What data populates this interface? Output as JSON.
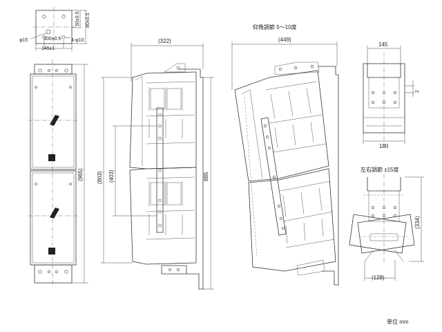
{
  "detail": {
    "dim_50": "50±0.5",
    "dim_80": "80±0.5",
    "dim_phi15": "φ15",
    "dim_100": "100±0.5",
    "dim_145": "145±1",
    "dim_4phi10": "4-φ10"
  },
  "front_view": {
    "dim_965": "(965)"
  },
  "side_view": {
    "dim_322": "(322)",
    "dim_803": "(803)",
    "dim_403": "(403)",
    "dim_885": "885"
  },
  "tilt_view": {
    "title": "仰角調節 5〜10度",
    "dim_449": "(449)"
  },
  "top_view": {
    "dim_145": "145",
    "dim_2": "2",
    "dim_180": "180"
  },
  "pan_view": {
    "title": "左右調節 ±15度",
    "dim_334": "(334)",
    "dim_128": "(128)"
  },
  "unit_label": "単位 mm"
}
